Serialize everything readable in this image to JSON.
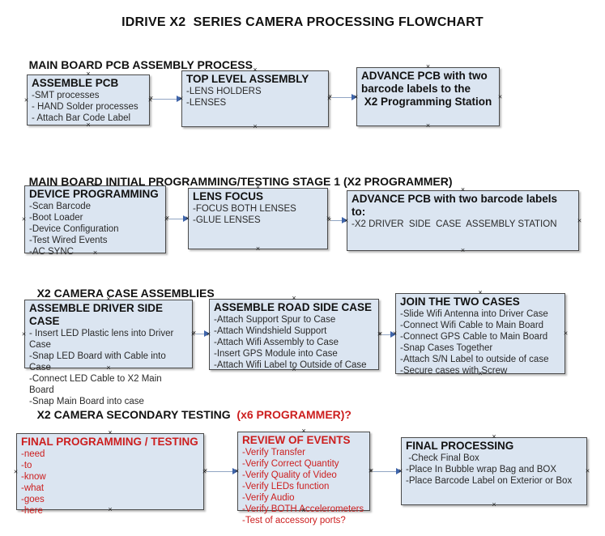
{
  "title": "IDRIVE X2  SERIES CAMERA PROCESSING FLOWCHART",
  "colors": {
    "box_fill": "#dbe5f1",
    "box_border": "#4a4a4a",
    "red_text": "#cc1e1e",
    "arrow_line": "#91a5c3",
    "arrow_head": "#3e64aa"
  },
  "sections": [
    {
      "heading": "MAIN BOARD PCB ASSEMBLY PROCESS",
      "heading_red": "",
      "boxes": [
        {
          "title": "ASSEMBLE PCB",
          "items": [
            "-SMT processes",
            "- HAND Solder processes",
            "- Attach Bar Code Label"
          ]
        },
        {
          "title": "TOP LEVEL ASSEMBLY",
          "items": [
            "-LENS HOLDERS",
            "-LENSES"
          ]
        },
        {
          "title": "ADVANCE PCB with two\nbarcode labels to the\n X2 Programming Station",
          "items": []
        }
      ]
    },
    {
      "heading": "MAIN BOARD INITIAL PROGRAMMING/TESTING STAGE 1 (X2 PROGRAMMER)",
      "heading_red": "",
      "boxes": [
        {
          "title": "DEVICE PROGRAMMING",
          "items": [
            "-Scan Barcode",
            "-Boot Loader",
            "-Device Configuration",
            "-Test Wired Events",
            "-AC SYNC"
          ]
        },
        {
          "title": "LENS FOCUS",
          "items": [
            "-FOCUS BOTH LENSES",
            "-GLUE LENSES"
          ]
        },
        {
          "title": "ADVANCE PCB with two barcode labels to:",
          "items": [
            "-X2 DRIVER  SIDE  CASE  ASSEMBLY STATION"
          ]
        }
      ]
    },
    {
      "heading": "X2 CAMERA CASE ASSEMBLIES",
      "heading_red": "",
      "boxes": [
        {
          "title": "ASSEMBLE DRIVER SIDE CASE",
          "items": [
            "- Insert LED Plastic lens into Driver Case",
            "-Snap LED Board with Cable into Case",
            "-Connect LED Cable to X2 Main Board",
            "-Snap Main Board into case"
          ]
        },
        {
          "title": "ASSEMBLE ROAD SIDE CASE",
          "items": [
            "-Attach Support Spur to Case",
            "-Attach Windshield Support",
            "-Attach Wifi Assembly to Case",
            "-Insert GPS Module into Case",
            "-Attach Wifi Label to Outside of Case"
          ]
        },
        {
          "title": "JOIN THE TWO CASES",
          "items": [
            "-Slide Wifi Antenna into Driver Case",
            "-Connect Wifi Cable to Main Board",
            "-Connect GPS Cable to Main Board",
            "-Snap Cases Together",
            "-Attach S/N Label to outside of case",
            "-Secure cases with Screw"
          ]
        }
      ]
    },
    {
      "heading": "X2 CAMERA SECONDARY TESTING  ",
      "heading_red": "(x6 PROGRAMMER)?",
      "boxes": [
        {
          "title": "FINAL PROGRAMMING / TESTING",
          "items": [
            "-need",
            "-to",
            "-know",
            "-what",
            "-goes",
            "-here"
          ]
        },
        {
          "title": "REVIEW OF EVENTS",
          "items": [
            "-Verify Transfer",
            "-Verify Correct Quantity",
            "-Verify Quality of Video",
            "-Verify LEDs function",
            "-Verify Audio",
            "-Verify BOTH Accelerometers",
            "-Test of accessory ports?"
          ]
        },
        {
          "title": "FINAL PROCESSING",
          "items": [
            " -Check Final Box",
            "-Place In Bubble wrap Bag and BOX",
            "-Place Barcode Label on Exterior or Box"
          ]
        }
      ]
    }
  ]
}
